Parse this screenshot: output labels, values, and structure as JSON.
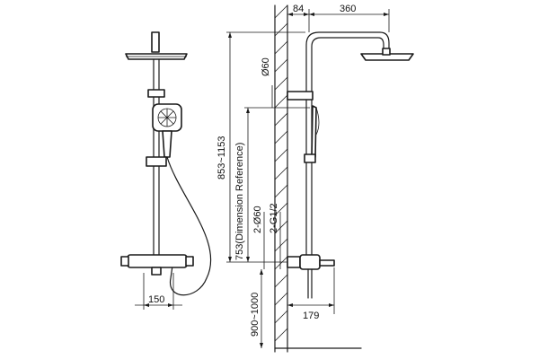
{
  "dimensions": {
    "wall_offset": "84",
    "arm_length": "360",
    "bracket_dia": "Ø60",
    "height_range": "853~1153",
    "dimension_reference": "753(Dimension Reference)",
    "outlet_dia": "2-Ø60",
    "thread_size": "2-G1/2",
    "valve_height_range": "900~1000",
    "spout_reach": "179",
    "valve_width": "150"
  }
}
